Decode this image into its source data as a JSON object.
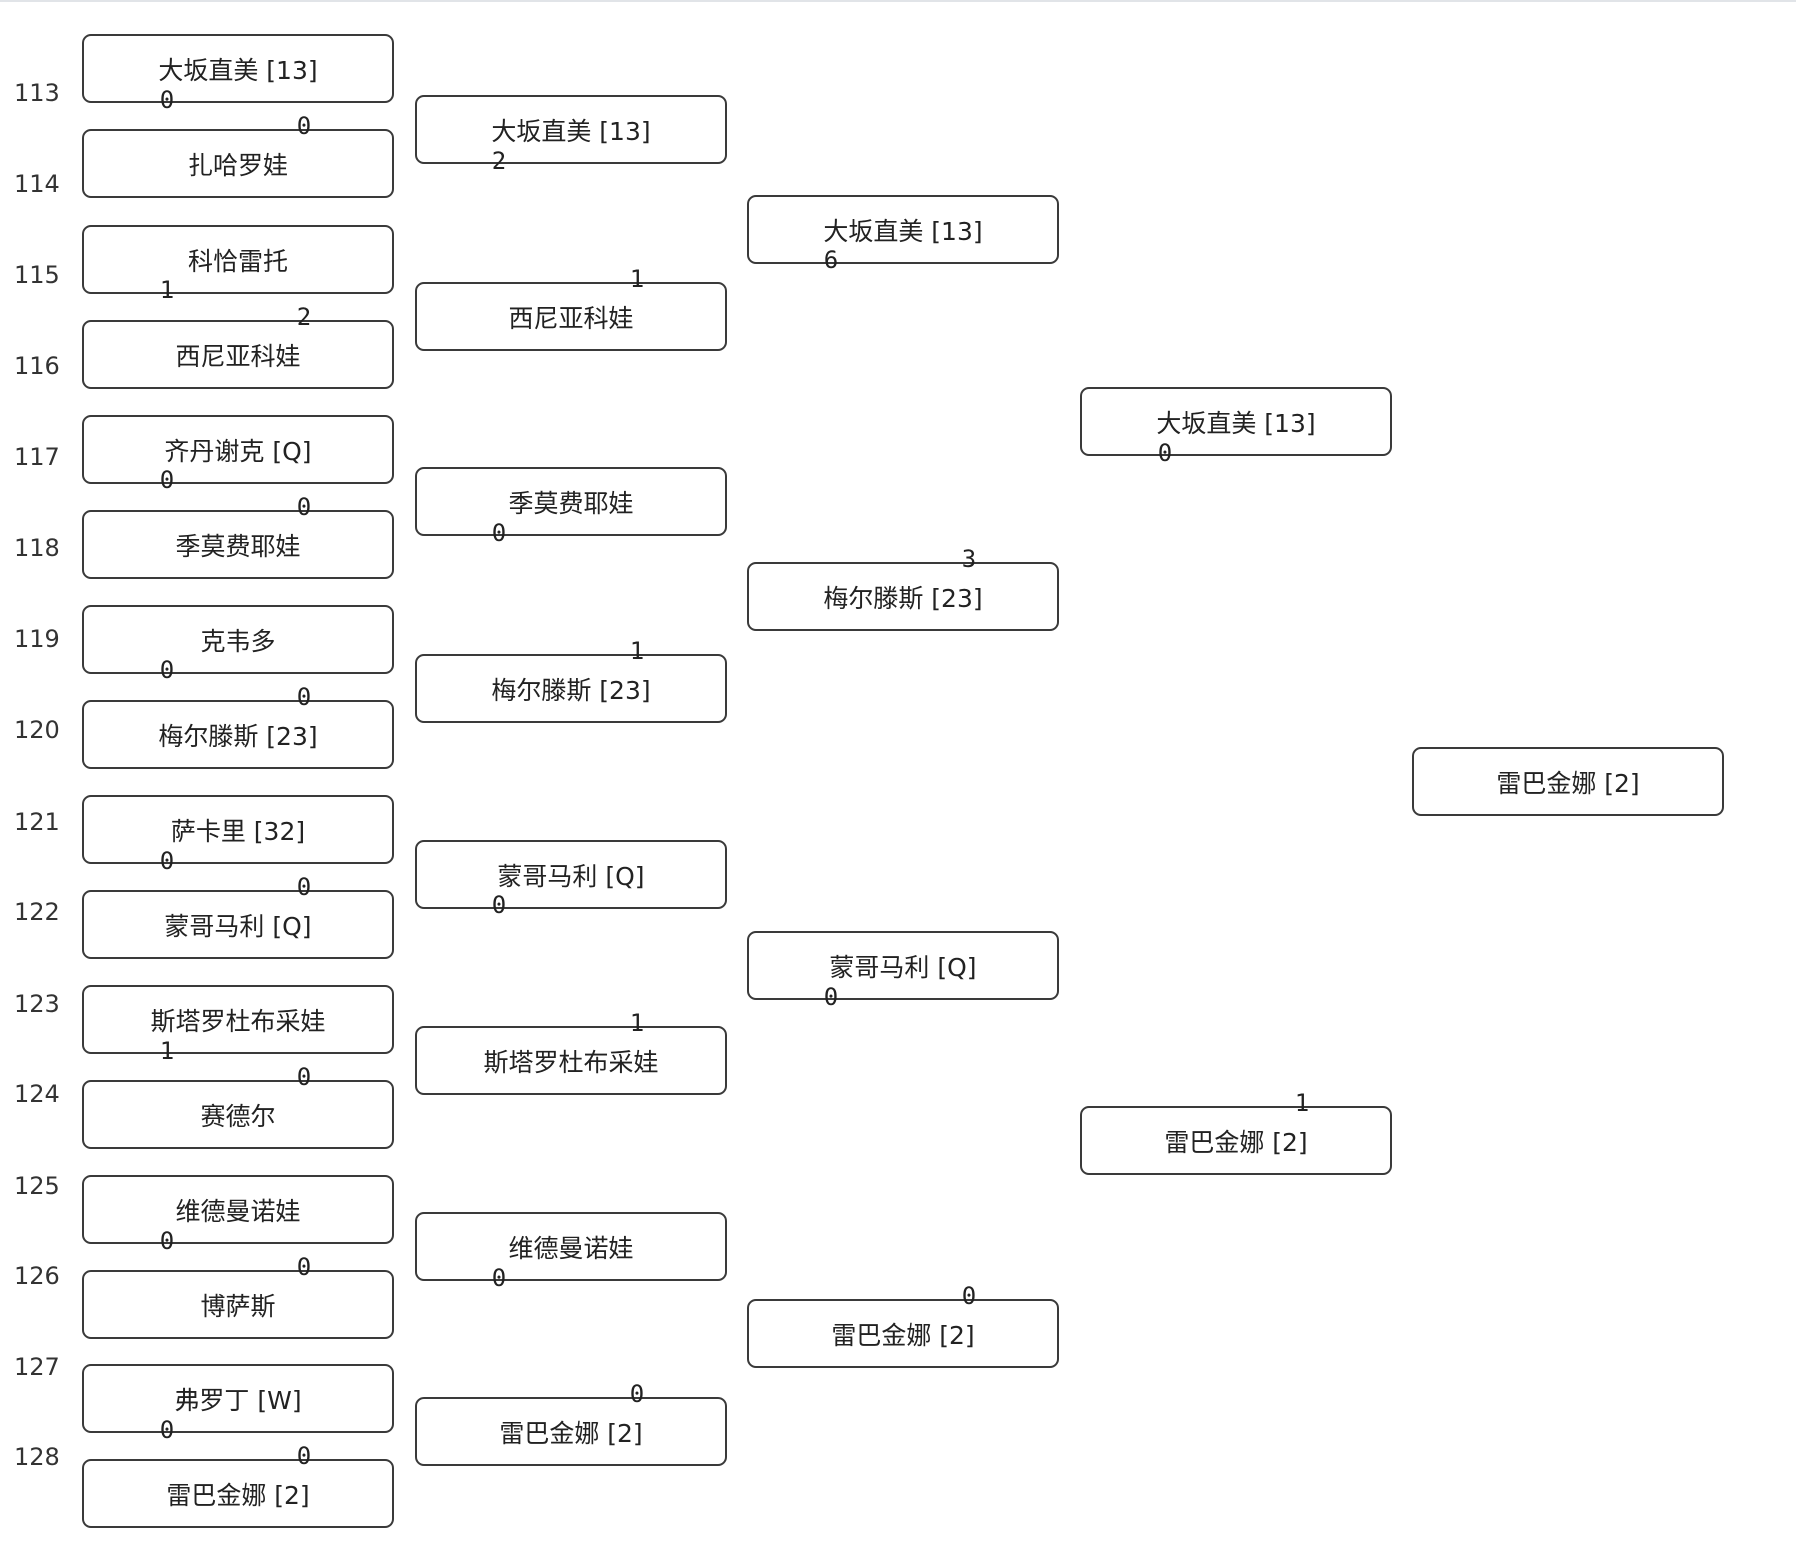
{
  "rounds": [
    {
      "matches": [
        {
          "top": {
            "number": "113",
            "name": "大坂直美 [13]"
          },
          "bottom": {
            "number": "114",
            "name": "扎哈罗娃"
          },
          "scores": [
            "0",
            "0"
          ]
        },
        {
          "top": {
            "number": "115",
            "name": "科恰雷托"
          },
          "bottom": {
            "number": "116",
            "name": "西尼亚科娃"
          },
          "scores": [
            "1",
            "2"
          ]
        },
        {
          "top": {
            "number": "117",
            "name": "齐丹谢克 [Q]"
          },
          "bottom": {
            "number": "118",
            "name": "季莫费耶娃"
          },
          "scores": [
            "0",
            "0"
          ]
        },
        {
          "top": {
            "number": "119",
            "name": "克韦多"
          },
          "bottom": {
            "number": "120",
            "name": "梅尔滕斯 [23]"
          },
          "scores": [
            "0",
            "0"
          ]
        },
        {
          "top": {
            "number": "121",
            "name": "萨卡里 [32]"
          },
          "bottom": {
            "number": "122",
            "name": "蒙哥马利 [Q]"
          },
          "scores": [
            "0",
            "0"
          ]
        },
        {
          "top": {
            "number": "123",
            "name": "斯塔罗杜布采娃"
          },
          "bottom": {
            "number": "124",
            "name": "赛德尔"
          },
          "scores": [
            "1",
            "0"
          ]
        },
        {
          "top": {
            "number": "125",
            "name": "维德曼诺娃"
          },
          "bottom": {
            "number": "126",
            "name": "博萨斯"
          },
          "scores": [
            "0",
            "0"
          ]
        },
        {
          "top": {
            "number": "127",
            "name": "弗罗丁 [W]"
          },
          "bottom": {
            "number": "128",
            "name": "雷巴金娜 [2]"
          },
          "scores": [
            "0",
            "0"
          ]
        }
      ]
    },
    {
      "matches": [
        {
          "top": {
            "name": "大坂直美 [13]"
          },
          "bottom": {
            "name": "西尼亚科娃"
          },
          "scores": [
            "2",
            "1"
          ]
        },
        {
          "top": {
            "name": "季莫费耶娃"
          },
          "bottom": {
            "name": "梅尔滕斯 [23]"
          },
          "scores": [
            "0",
            "1"
          ]
        },
        {
          "top": {
            "name": "蒙哥马利 [Q]"
          },
          "bottom": {
            "name": "斯塔罗杜布采娃"
          },
          "scores": [
            "0",
            "1"
          ]
        },
        {
          "top": {
            "name": "维德曼诺娃"
          },
          "bottom": {
            "name": "雷巴金娜 [2]"
          },
          "scores": [
            "0",
            "0"
          ]
        }
      ]
    },
    {
      "matches": [
        {
          "top": {
            "name": "大坂直美 [13]"
          },
          "bottom": {
            "name": "梅尔滕斯 [23]"
          },
          "scores": [
            "6",
            "3"
          ]
        },
        {
          "top": {
            "name": "蒙哥马利 [Q]"
          },
          "bottom": {
            "name": "雷巴金娜 [2]"
          },
          "scores": [
            "0",
            "0"
          ]
        }
      ]
    },
    {
      "matches": [
        {
          "top": {
            "name": "大坂直美 [13]"
          },
          "bottom": {
            "name": "雷巴金娜 [2]"
          },
          "scores": [
            "0",
            "1"
          ]
        }
      ]
    },
    {
      "matches": [
        {
          "top": {
            "name": "雷巴金娜 [2]"
          }
        }
      ]
    }
  ]
}
